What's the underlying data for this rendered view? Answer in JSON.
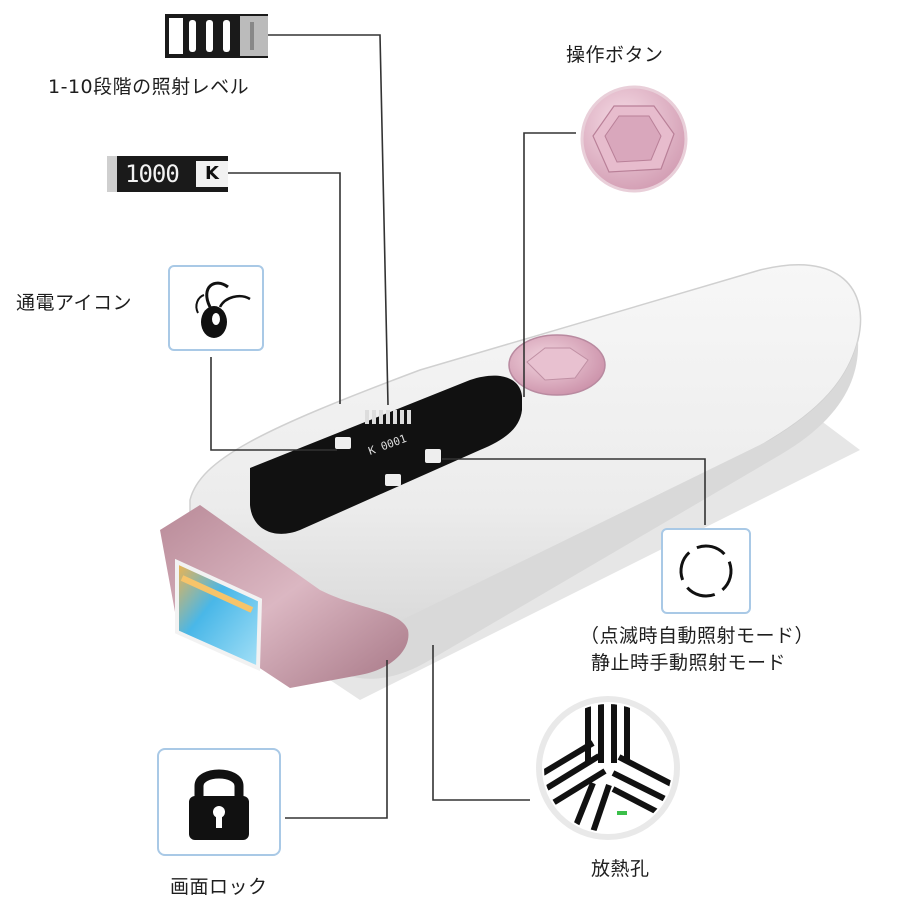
{
  "labels": {
    "level": "1-10段階の照射レベル",
    "counter_reading": "1000",
    "counter_unit": "K",
    "power_icon": "通電アイコン",
    "operation_button": "操作ボタン",
    "mode_line1": "（点滅時自動照射モード）",
    "mode_line2": "静止時手動照射モード",
    "screen_lock": "画面ロック",
    "heat_vent": "放熱孔"
  },
  "icons": {
    "level_bars": "level-bars-icon",
    "counter": "counter-display",
    "follicle": "hair-follicle-icon",
    "button": "faceted-button-icon",
    "mode": "dashed-circle-icon",
    "lock": "padlock-icon",
    "vent": "vent-grille-icon"
  },
  "colors": {
    "leader_line": "#333333",
    "icon_border": "#a9c9e6",
    "rose_gold": "#c9a0ac",
    "button_pink": "#d8a6bb",
    "screen": "#111111"
  }
}
